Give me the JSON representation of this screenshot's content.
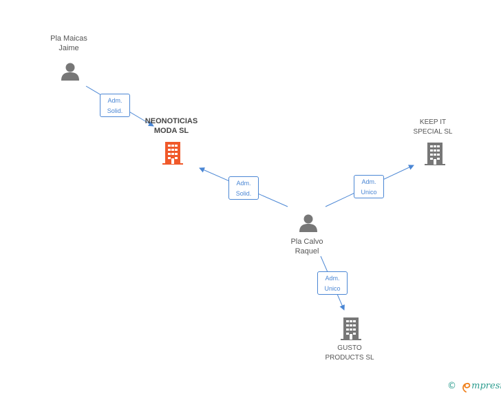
{
  "colors": {
    "edge": "#4a86d4",
    "person": "#777777",
    "company": "#777777",
    "main_company": "#f0592a",
    "brand_green": "#2b9c8e",
    "brand_orange": "#ef7f1a"
  },
  "nodes": {
    "pla_maicas": {
      "type": "person",
      "icon": "person-icon",
      "line1": "Pla Maicas",
      "line2": "Jaime"
    },
    "neonoticias": {
      "type": "company",
      "icon": "building-icon",
      "line1": "NEONOTICIAS",
      "line2": "MODA SL",
      "highlight": true
    },
    "keep_it": {
      "type": "company",
      "icon": "building-icon",
      "line1": "KEEP IT",
      "line2": "SPECIAL SL"
    },
    "pla_calvo": {
      "type": "person",
      "icon": "person-icon",
      "line1": "Pla Calvo",
      "line2": "Raquel"
    },
    "gusto": {
      "type": "company",
      "icon": "building-icon",
      "line1": "GUSTO",
      "line2": "PRODUCTS SL"
    }
  },
  "edges": [
    {
      "from": "pla_maicas",
      "to": "neonoticias",
      "line1": "Adm.",
      "line2": "Solid."
    },
    {
      "from": "pla_calvo",
      "to": "neonoticias",
      "line1": "Adm.",
      "line2": "Solid."
    },
    {
      "from": "pla_calvo",
      "to": "keep_it",
      "line1": "Adm.",
      "line2": "Unico"
    },
    {
      "from": "pla_calvo",
      "to": "gusto",
      "line1": "Adm.",
      "line2": "Unico"
    }
  ],
  "footer": {
    "copyright": "©",
    "brand_initial": "e",
    "brand_rest": "mpresia"
  }
}
